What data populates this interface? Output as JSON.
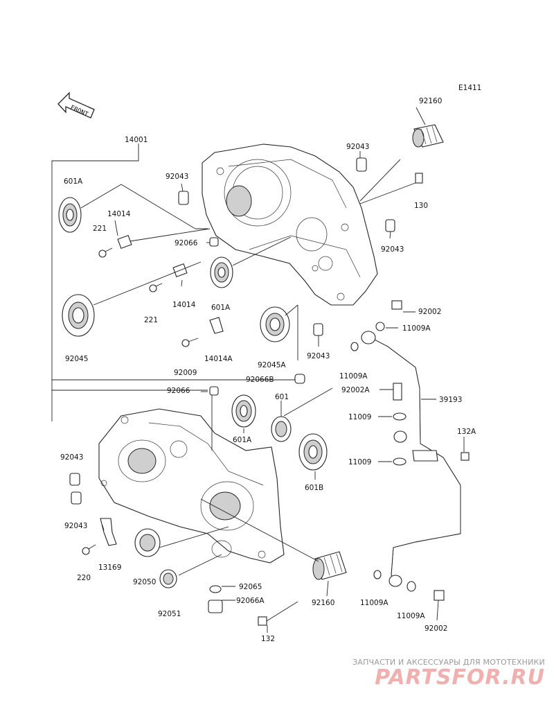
{
  "diagram_code": "E1411",
  "front_label": "FRONT",
  "watermark": {
    "tagline": "ЗАПЧАСТИ И АКСЕССУАРЫ ДЛЯ МОТОТЕХНИКИ",
    "logo": "PARTSFOR.RU"
  },
  "labels": [
    {
      "id": "l-92160-top",
      "text": "92160"
    },
    {
      "id": "l-14001",
      "text": "14001"
    },
    {
      "id": "l-92043-a",
      "text": "92043"
    },
    {
      "id": "l-92043-b",
      "text": "92043"
    },
    {
      "id": "l-601a-a",
      "text": "601A"
    },
    {
      "id": "l-14014-a",
      "text": "14014"
    },
    {
      "id": "l-130",
      "text": "130"
    },
    {
      "id": "l-221-a",
      "text": "221"
    },
    {
      "id": "l-92066-a",
      "text": "92066"
    },
    {
      "id": "l-92043-c",
      "text": "92043"
    },
    {
      "id": "l-14014-b",
      "text": "14014"
    },
    {
      "id": "l-601a-b",
      "text": "601A"
    },
    {
      "id": "l-221-b",
      "text": "221"
    },
    {
      "id": "l-92002-a",
      "text": "92002"
    },
    {
      "id": "l-11009a-a",
      "text": "11009A"
    },
    {
      "id": "l-92045",
      "text": "92045"
    },
    {
      "id": "l-14014a",
      "text": "14014A"
    },
    {
      "id": "l-92043-d",
      "text": "92043"
    },
    {
      "id": "l-92009",
      "text": "92009"
    },
    {
      "id": "l-92045a",
      "text": "92045A"
    },
    {
      "id": "l-11009a-b",
      "text": "11009A"
    },
    {
      "id": "l-92066b",
      "text": "92066B"
    },
    {
      "id": "l-92002a",
      "text": "92002A"
    },
    {
      "id": "l-92066-b",
      "text": "92066"
    },
    {
      "id": "l-601",
      "text": "601"
    },
    {
      "id": "l-39193",
      "text": "39193"
    },
    {
      "id": "l-11009-a",
      "text": "11009"
    },
    {
      "id": "l-601a-c",
      "text": "601A"
    },
    {
      "id": "l-132a",
      "text": "132A"
    },
    {
      "id": "l-92043-e",
      "text": "92043"
    },
    {
      "id": "l-11009-b",
      "text": "11009"
    },
    {
      "id": "l-601b",
      "text": "601B"
    },
    {
      "id": "l-92043-f",
      "text": "92043"
    },
    {
      "id": "l-13169",
      "text": "13169"
    },
    {
      "id": "l-220",
      "text": "220"
    },
    {
      "id": "l-92050",
      "text": "92050"
    },
    {
      "id": "l-92065",
      "text": "92065"
    },
    {
      "id": "l-92066a",
      "text": "92066A"
    },
    {
      "id": "l-92160-bot",
      "text": "92160"
    },
    {
      "id": "l-11009a-c",
      "text": "11009A"
    },
    {
      "id": "l-92051",
      "text": "92051"
    },
    {
      "id": "l-11009a-d",
      "text": "11009A"
    },
    {
      "id": "l-132",
      "text": "132"
    },
    {
      "id": "l-92002-b",
      "text": "92002"
    }
  ]
}
